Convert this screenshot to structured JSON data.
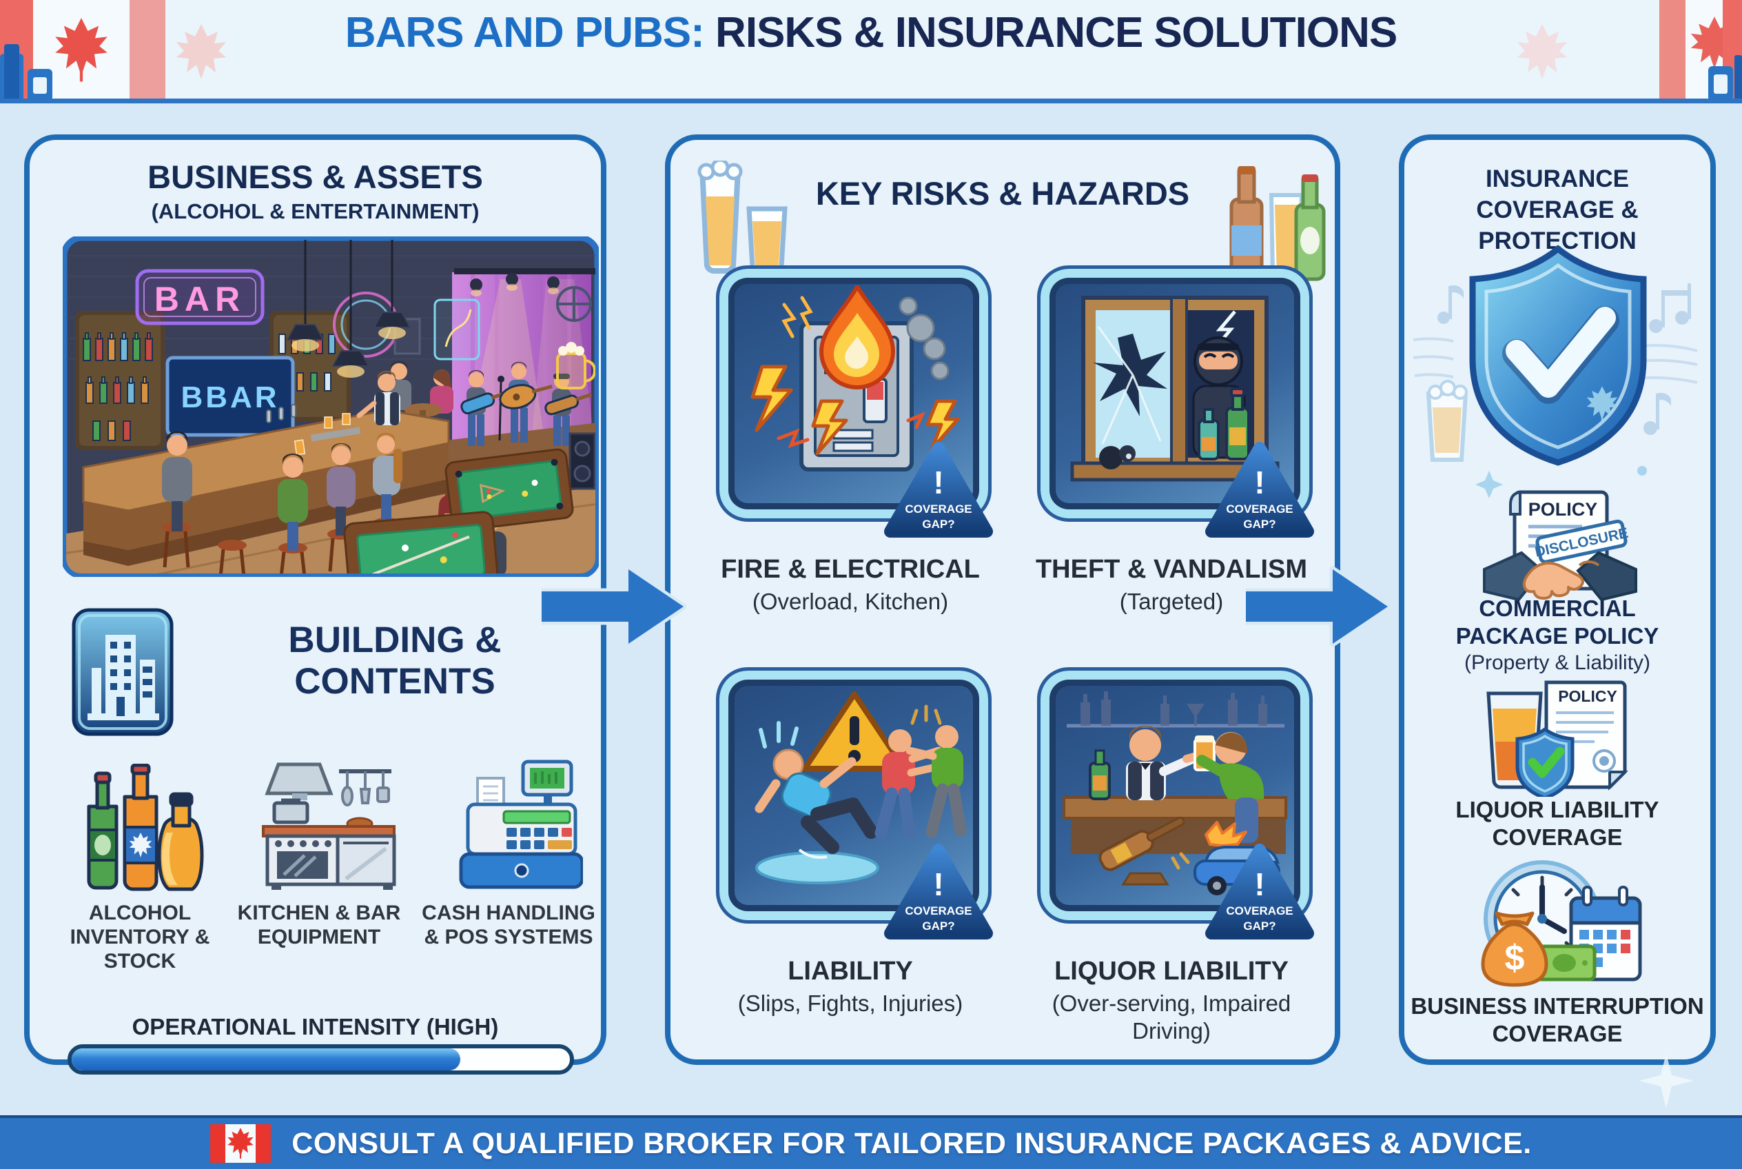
{
  "header": {
    "title_blue": "BARS AND PUBS:",
    "title_dark": " RISKS & INSURANCE SOLUTIONS"
  },
  "business": {
    "title": "BUSINESS & ASSETS",
    "subtitle": "(ALCOHOL & ENTERTAINMENT)",
    "scene": {
      "neon_sign": "BAR",
      "screen_sign": "BBAR"
    },
    "building_label": "BUILDING & CONTENTS",
    "assets": [
      {
        "label": "ALCOHOL INVENTORY & STOCK",
        "icon": "bottles-icon"
      },
      {
        "label": "KITCHEN & BAR EQUIPMENT",
        "icon": "stove-icon"
      },
      {
        "label": "CASH HANDLING & POS SYSTEMS",
        "icon": "cash-register-icon"
      }
    ],
    "intensity_label": "OPERATIONAL INTENSITY (HIGH)",
    "intensity_percent": 78
  },
  "risks": {
    "title": "KEY RISKS & HAZARDS",
    "badge_line1": "COVERAGE",
    "badge_line2": "GAP?",
    "items": [
      {
        "name": "FIRE & ELECTRICAL",
        "detail": "(Overload, Kitchen)"
      },
      {
        "name": "THEFT & VANDALISM",
        "detail": "(Targeted)"
      },
      {
        "name": "LIABILITY",
        "detail": "(Slips, Fights, Injuries)"
      },
      {
        "name": "LIQUOR LIABILITY",
        "detail": "(Over-serving, Impaired Driving)"
      }
    ]
  },
  "insurance": {
    "title": "INSURANCE COVERAGE & PROTECTION",
    "items": [
      {
        "name": "COMMERCIAL PACKAGE POLICY",
        "detail": "(Property & Liability)",
        "doc_label": "POLICY",
        "stamp_label": "DISCLOSURE"
      },
      {
        "name": "LIQUOR LIABILITY COVERAGE",
        "doc_label": "POLICY"
      },
      {
        "name": "BUSINESS INTERRUPTION COVERAGE"
      }
    ]
  },
  "footer": {
    "text": "CONSULT A QUALIFIED BROKER FOR TAILORED INSURANCE PACKAGES & ADVICE."
  },
  "colors": {
    "background": "#d7e9f6",
    "panel_fill": "#e7f2fb",
    "panel_border": "#1f6cb5",
    "accent_blue": "#2a74c6",
    "title_blue": "#1d6fc6",
    "navy": "#172652",
    "footer_bg": "#2e74c4",
    "warning_yellow": "#f6b62b",
    "flag_red": "#e8524a",
    "progress_blue": "#1b63c0"
  }
}
